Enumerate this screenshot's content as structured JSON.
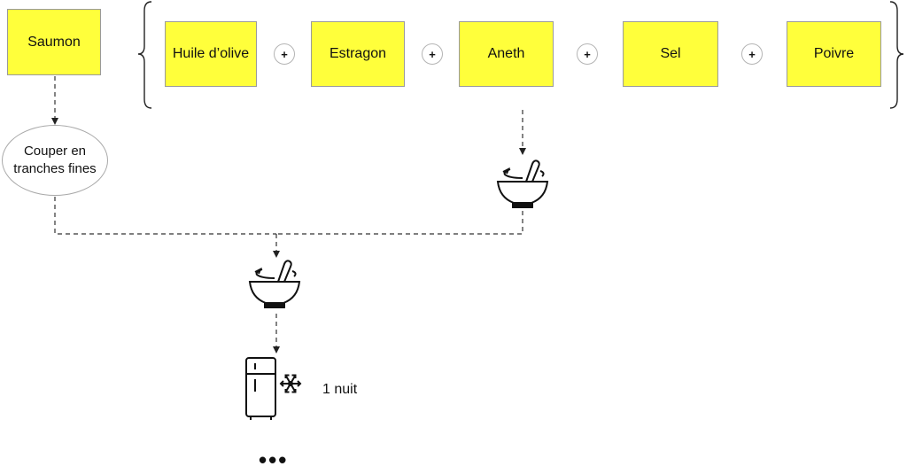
{
  "source": {
    "label": "Saumon"
  },
  "ingredients": [
    {
      "label": "Huile d’olive"
    },
    {
      "label": "Estragon"
    },
    {
      "label": "Aneth"
    },
    {
      "label": "Sel"
    },
    {
      "label": "Poivre"
    }
  ],
  "plus_symbol": "+",
  "cut_step": {
    "line1": "Couper en",
    "line2": "tranches fines"
  },
  "icons": {
    "mix_ingredients": "mortar-pestle-icon",
    "mix_all": "mortar-pestle-icon",
    "fridge": "fridge-icon",
    "cold": "snowflake-icon"
  },
  "rest": {
    "duration": "1 nuit"
  },
  "ellipsis": "•••",
  "colors": {
    "node_fill": "#ffff3b",
    "line": "#333333"
  }
}
